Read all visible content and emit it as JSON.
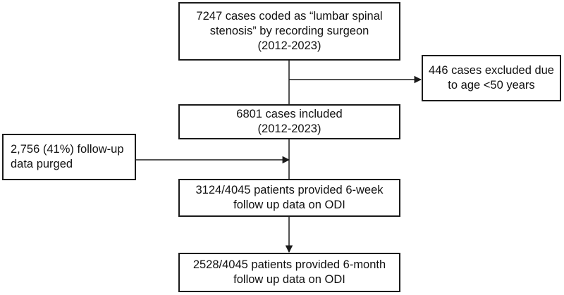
{
  "nodes": {
    "initial": {
      "lines": [
        "7247 cases coded as “lumbar spinal",
        "stenosis” by recording surgeon",
        "(2012-2023)"
      ]
    },
    "excluded": {
      "lines": [
        "446 cases excluded due",
        "to age <50 years"
      ]
    },
    "included": {
      "lines": [
        "6801 cases included",
        "(2012-2023)"
      ]
    },
    "purged": {
      "lines": [
        "2,756 (41%)  follow-up",
        "data purged"
      ]
    },
    "six_week": {
      "lines": [
        "3124/4045 patients provided 6-week",
        "follow up data on ODI"
      ]
    },
    "six_month": {
      "lines": [
        "2528/4045 patients provided 6-month",
        "follow up data on ODI"
      ]
    }
  },
  "edges": [
    {
      "from": "initial",
      "to": "included"
    },
    {
      "from": "initial",
      "to": "excluded"
    },
    {
      "from": "purged",
      "to": "six_week"
    },
    {
      "from": "six_week",
      "to": "six_month"
    }
  ],
  "colors": {
    "line": "#1a1a1a",
    "box_border": "#1a1a1a"
  }
}
